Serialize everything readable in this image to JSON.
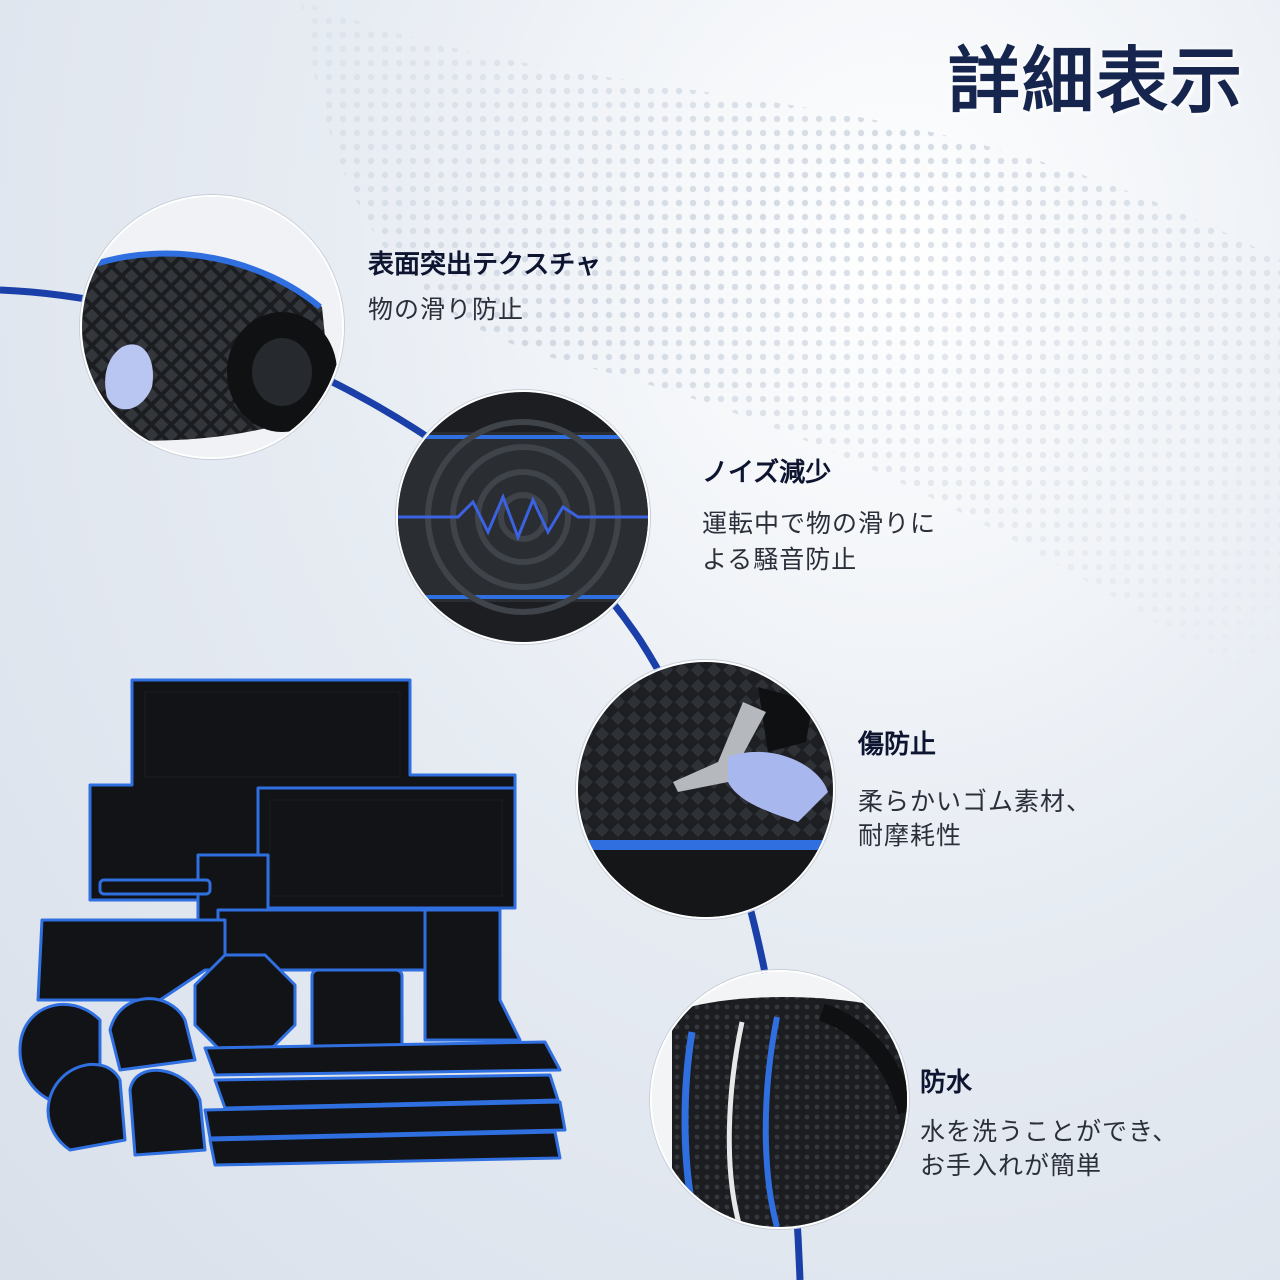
{
  "header": {
    "title": "詳細表示"
  },
  "features": [
    {
      "title": "表面突出テクスチャ",
      "desc": [
        "物の滑り防止"
      ],
      "icon": "textured-mat-closeup"
    },
    {
      "title": "ノイズ減少",
      "desc": [
        "運転中で物の滑りに",
        "よる騒音防止"
      ],
      "icon": "noise-wave-closeup"
    },
    {
      "title": "傷防止",
      "desc": [
        "柔らかいゴム素材、",
        "耐摩耗性"
      ],
      "icon": "key-on-mat-closeup"
    },
    {
      "title": "防水",
      "desc": [
        "水を洗うことができ、",
        "お手入れが簡単"
      ],
      "icon": "water-drop-closeup"
    }
  ],
  "colors": {
    "accent": "#1a3fa8",
    "navy": "#16254d",
    "mat": "#141619",
    "edge": "#2f6fe0"
  }
}
